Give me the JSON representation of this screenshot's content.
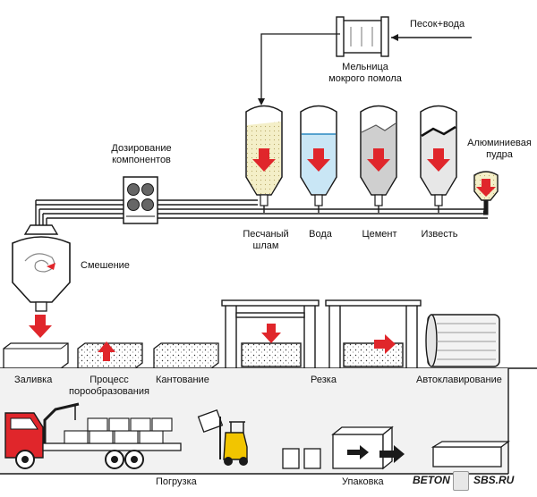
{
  "colors": {
    "arrow": "#e0262b",
    "line": "#1a1a1a",
    "panel": "#f2f2f2",
    "water": "#c9e6f5",
    "sand": "#f4efc8",
    "cement": "#cfcfcf",
    "lime": "#e7e7e7",
    "truck_cab": "#e0262b"
  },
  "labels": {
    "sand_water": "Песок+вода",
    "mill": "Мельница\nмокрого помола",
    "dosing": "Дозирование\nкомпонентов",
    "aluminum": "Алюминиевая\nпудра",
    "sand_slurry": "Песчаный\nшлам",
    "water": "Вода",
    "cement": "Цемент",
    "lime": "Известь",
    "mixing": "Смешение",
    "pouring": "Заливка",
    "pore_process": "Процесс\nпорообразования",
    "tilting": "Кантование",
    "cutting": "Резка",
    "autoclaving": "Автоклавирование",
    "loading": "Погрузка",
    "packing": "Упаковка"
  },
  "brand": {
    "left": "BETON",
    "right": "SBS.RU"
  }
}
